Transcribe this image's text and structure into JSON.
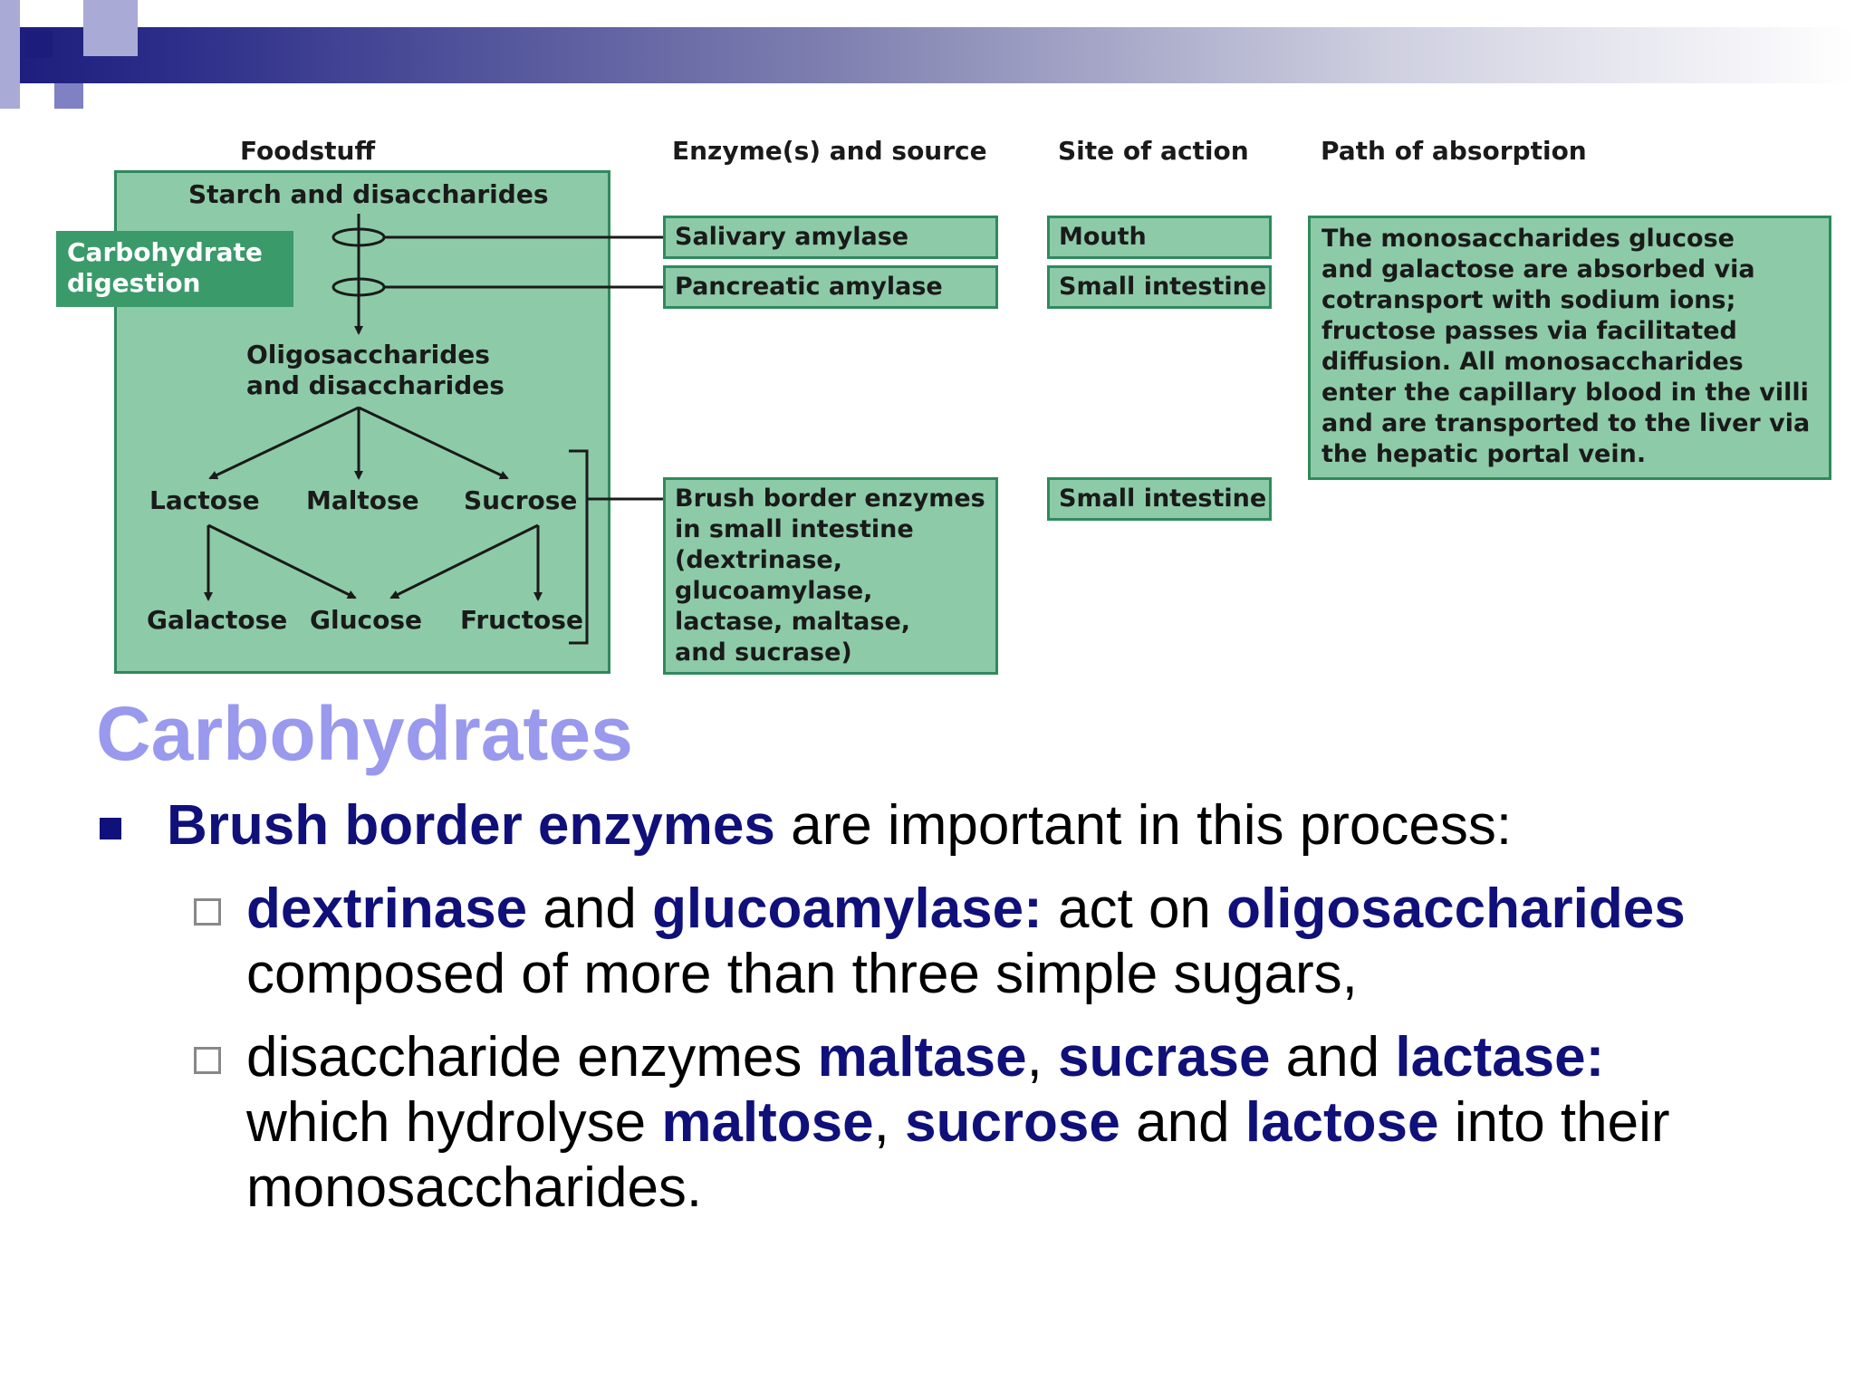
{
  "diagram": {
    "headers": {
      "foodstuff": "Foodstuff",
      "enzymes": "Enzyme(s) and source",
      "site": "Site of action",
      "path": "Path of absorption"
    },
    "tag": "Carbohydrate\ndigestion",
    "foodstuff": {
      "starch": "Starch and disaccharides",
      "oligo": "Oligosaccharides\nand disaccharides",
      "lactose": "Lactose",
      "maltose": "Maltose",
      "sucrose": "Sucrose",
      "galactose": "Galactose",
      "glucose": "Glucose",
      "fructose": "Fructose"
    },
    "enzymes": {
      "salivary": "Salivary amylase",
      "pancreatic": "Pancreatic amylase",
      "brush": "Brush border enzymes\nin small intestine\n(dextrinase,\nglucoamylase,\nlactase, maltase,\nand sucrase)"
    },
    "sites": {
      "mouth": "Mouth",
      "small1": "Small intestine",
      "small2": "Small intestine"
    },
    "absorption": "The monosaccharides glucose\nand galactose are absorbed via\ncotransport with sodium ions;\nfructose passes via facilitated\ndiffusion. All monosaccharides\nenter the capillary blood in the villi\nand are transported to the liver via\nthe hepatic portal vein."
  },
  "slide": {
    "title": "Carbohydrates",
    "bullet1": {
      "bold": "Brush border enzymes",
      "rest": " are important in this process:"
    },
    "sub1": {
      "w1": "dextrinase",
      "t1": " and ",
      "w2": "glucoamylase:",
      "t2": " act on ",
      "w3": "oligosaccharides",
      "line2": "composed of more than three simple sugars,"
    },
    "sub2": {
      "t1": "disaccharide enzymes ",
      "w1": "maltase",
      "t2": ", ",
      "w2": "sucrase",
      "t3": " and ",
      "w3": "lactase:",
      "t4": "which hydrolyse ",
      "w4": "maltose",
      "t5": ", ",
      "w5": "sucrose",
      "t6": " and ",
      "w6": "lactose",
      "t7": " into their",
      "line3": "monosaccharides."
    }
  }
}
